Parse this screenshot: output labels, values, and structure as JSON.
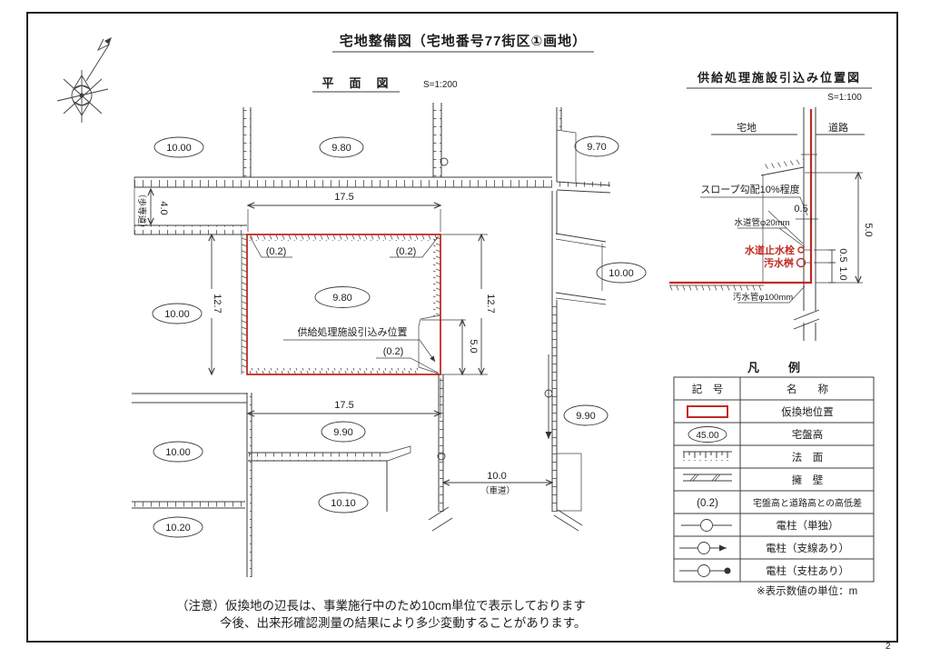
{
  "page_number": "2",
  "titles": {
    "main": "宅地整備図（宅地番号77街区①画地）",
    "plan": "平　面　図",
    "plan_scale": "S=1:200",
    "detail": "供給処理施設引込み位置図",
    "detail_scale": "S=1:100"
  },
  "plan": {
    "ovals": [
      "10.00",
      "9.80",
      "9.70",
      "10.00",
      "10.00",
      "9.80",
      "9.90",
      "9.90",
      "10.00",
      "10.10",
      "10.20"
    ],
    "dims": {
      "top_width": "17.5",
      "bottom_width": "17.5",
      "left_height": "12.7",
      "right_height": "12.7",
      "supply_side": "5.0",
      "walkway": "4.0",
      "walkway_name": "（歩専道）",
      "roadway": "10.0",
      "roadway_name": "（車道）"
    },
    "offsets": [
      "(0.2)",
      "(0.2)",
      "(0.2)"
    ],
    "supply_label": "供給処理施設引込み位置"
  },
  "detail": {
    "site_label": "宅地",
    "road_label": "道路",
    "slope_label": "スロープ勾配10%程度",
    "offset_top": "0.5",
    "water_pipe_label": "水道管φ20mm",
    "stop_valve_label": "水道止水栓",
    "sewage_basin_label": "汚水桝",
    "sewage_pipe_label": "汚水管φ100mm",
    "dim_05": "0.5",
    "dim_10": "1.0",
    "dim_50": "5.0"
  },
  "legend": {
    "title": "凡　　例",
    "col_symbol": "記　号",
    "col_name": "名　　称",
    "rows": [
      {
        "name": "仮換地位置"
      },
      {
        "symbol_text": "45.00",
        "name": "宅盤高"
      },
      {
        "name": "法　面"
      },
      {
        "name": "擁　壁"
      },
      {
        "symbol_text": "(0.2)",
        "name": "宅盤高と道路高との高低差"
      },
      {
        "name": "電柱（単独）"
      },
      {
        "name": "電柱（支線あり）"
      },
      {
        "name": "電柱（支柱あり）"
      }
    ],
    "unit_note": "※表示数値の単位：m"
  },
  "notes": {
    "line1": "（注意）仮換地の辺長は、事業施行中のため10cm単位で表示しております",
    "line2": "今後、出来形確認測量の結果により多少変動することがあります。"
  },
  "colors": {
    "accent_red": "#c22a22",
    "line": "#3d3d3d"
  }
}
